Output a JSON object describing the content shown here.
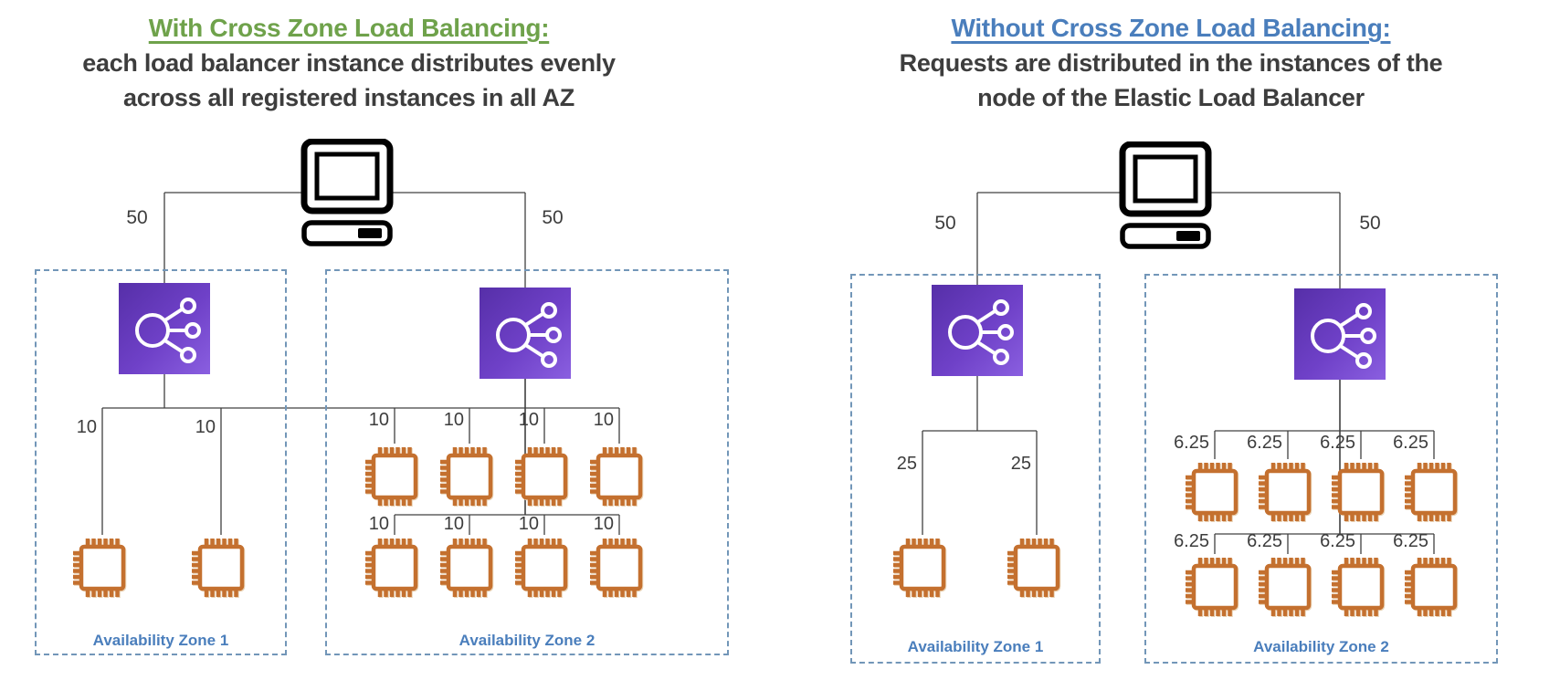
{
  "left_panel": {
    "title": "With Cross Zone Load Balancing:",
    "subtitle1": "each load balancer instance distributes evenly",
    "subtitle2": "across all registered instances in all AZ",
    "out_left": "50",
    "out_right": "50",
    "az1": {
      "label": "Availability Zone 1",
      "labels": [
        "10",
        "10"
      ]
    },
    "az2": {
      "label": "Availability Zone 2",
      "row1": [
        "10",
        "10",
        "10",
        "10"
      ],
      "row2": [
        "10",
        "10",
        "10",
        "10"
      ]
    }
  },
  "right_panel": {
    "title": "Without Cross Zone Load Balancing:",
    "subtitle1": "Requests are distributed in the instances of the",
    "subtitle2": "node of the Elastic Load Balancer",
    "out_left": "50",
    "out_right": "50",
    "az1": {
      "label": "Availability Zone 1",
      "labels": [
        "25",
        "25"
      ]
    },
    "az2": {
      "label": "Availability Zone 2",
      "row1": [
        "6.25",
        "6.25",
        "6.25",
        "6.25"
      ],
      "row2": [
        "6.25",
        "6.25",
        "6.25",
        "6.25"
      ]
    }
  },
  "colors": {
    "title_green": "#6fa24b",
    "title_blue": "#4a7ebc",
    "az_border_blue": "#7296b8",
    "az_label_blue": "#4a7ebc",
    "instance_orange": "#c4702f",
    "lb_purple_start": "#562fa8",
    "lb_purple_end": "#8a5fe0",
    "connector_line": "#404040",
    "body_text": "#3d3d3d"
  },
  "icons": {
    "computer": "client-computer-icon",
    "load_balancer": "elastic-load-balancer-icon",
    "instance": "ec2-instance-chip-icon"
  }
}
